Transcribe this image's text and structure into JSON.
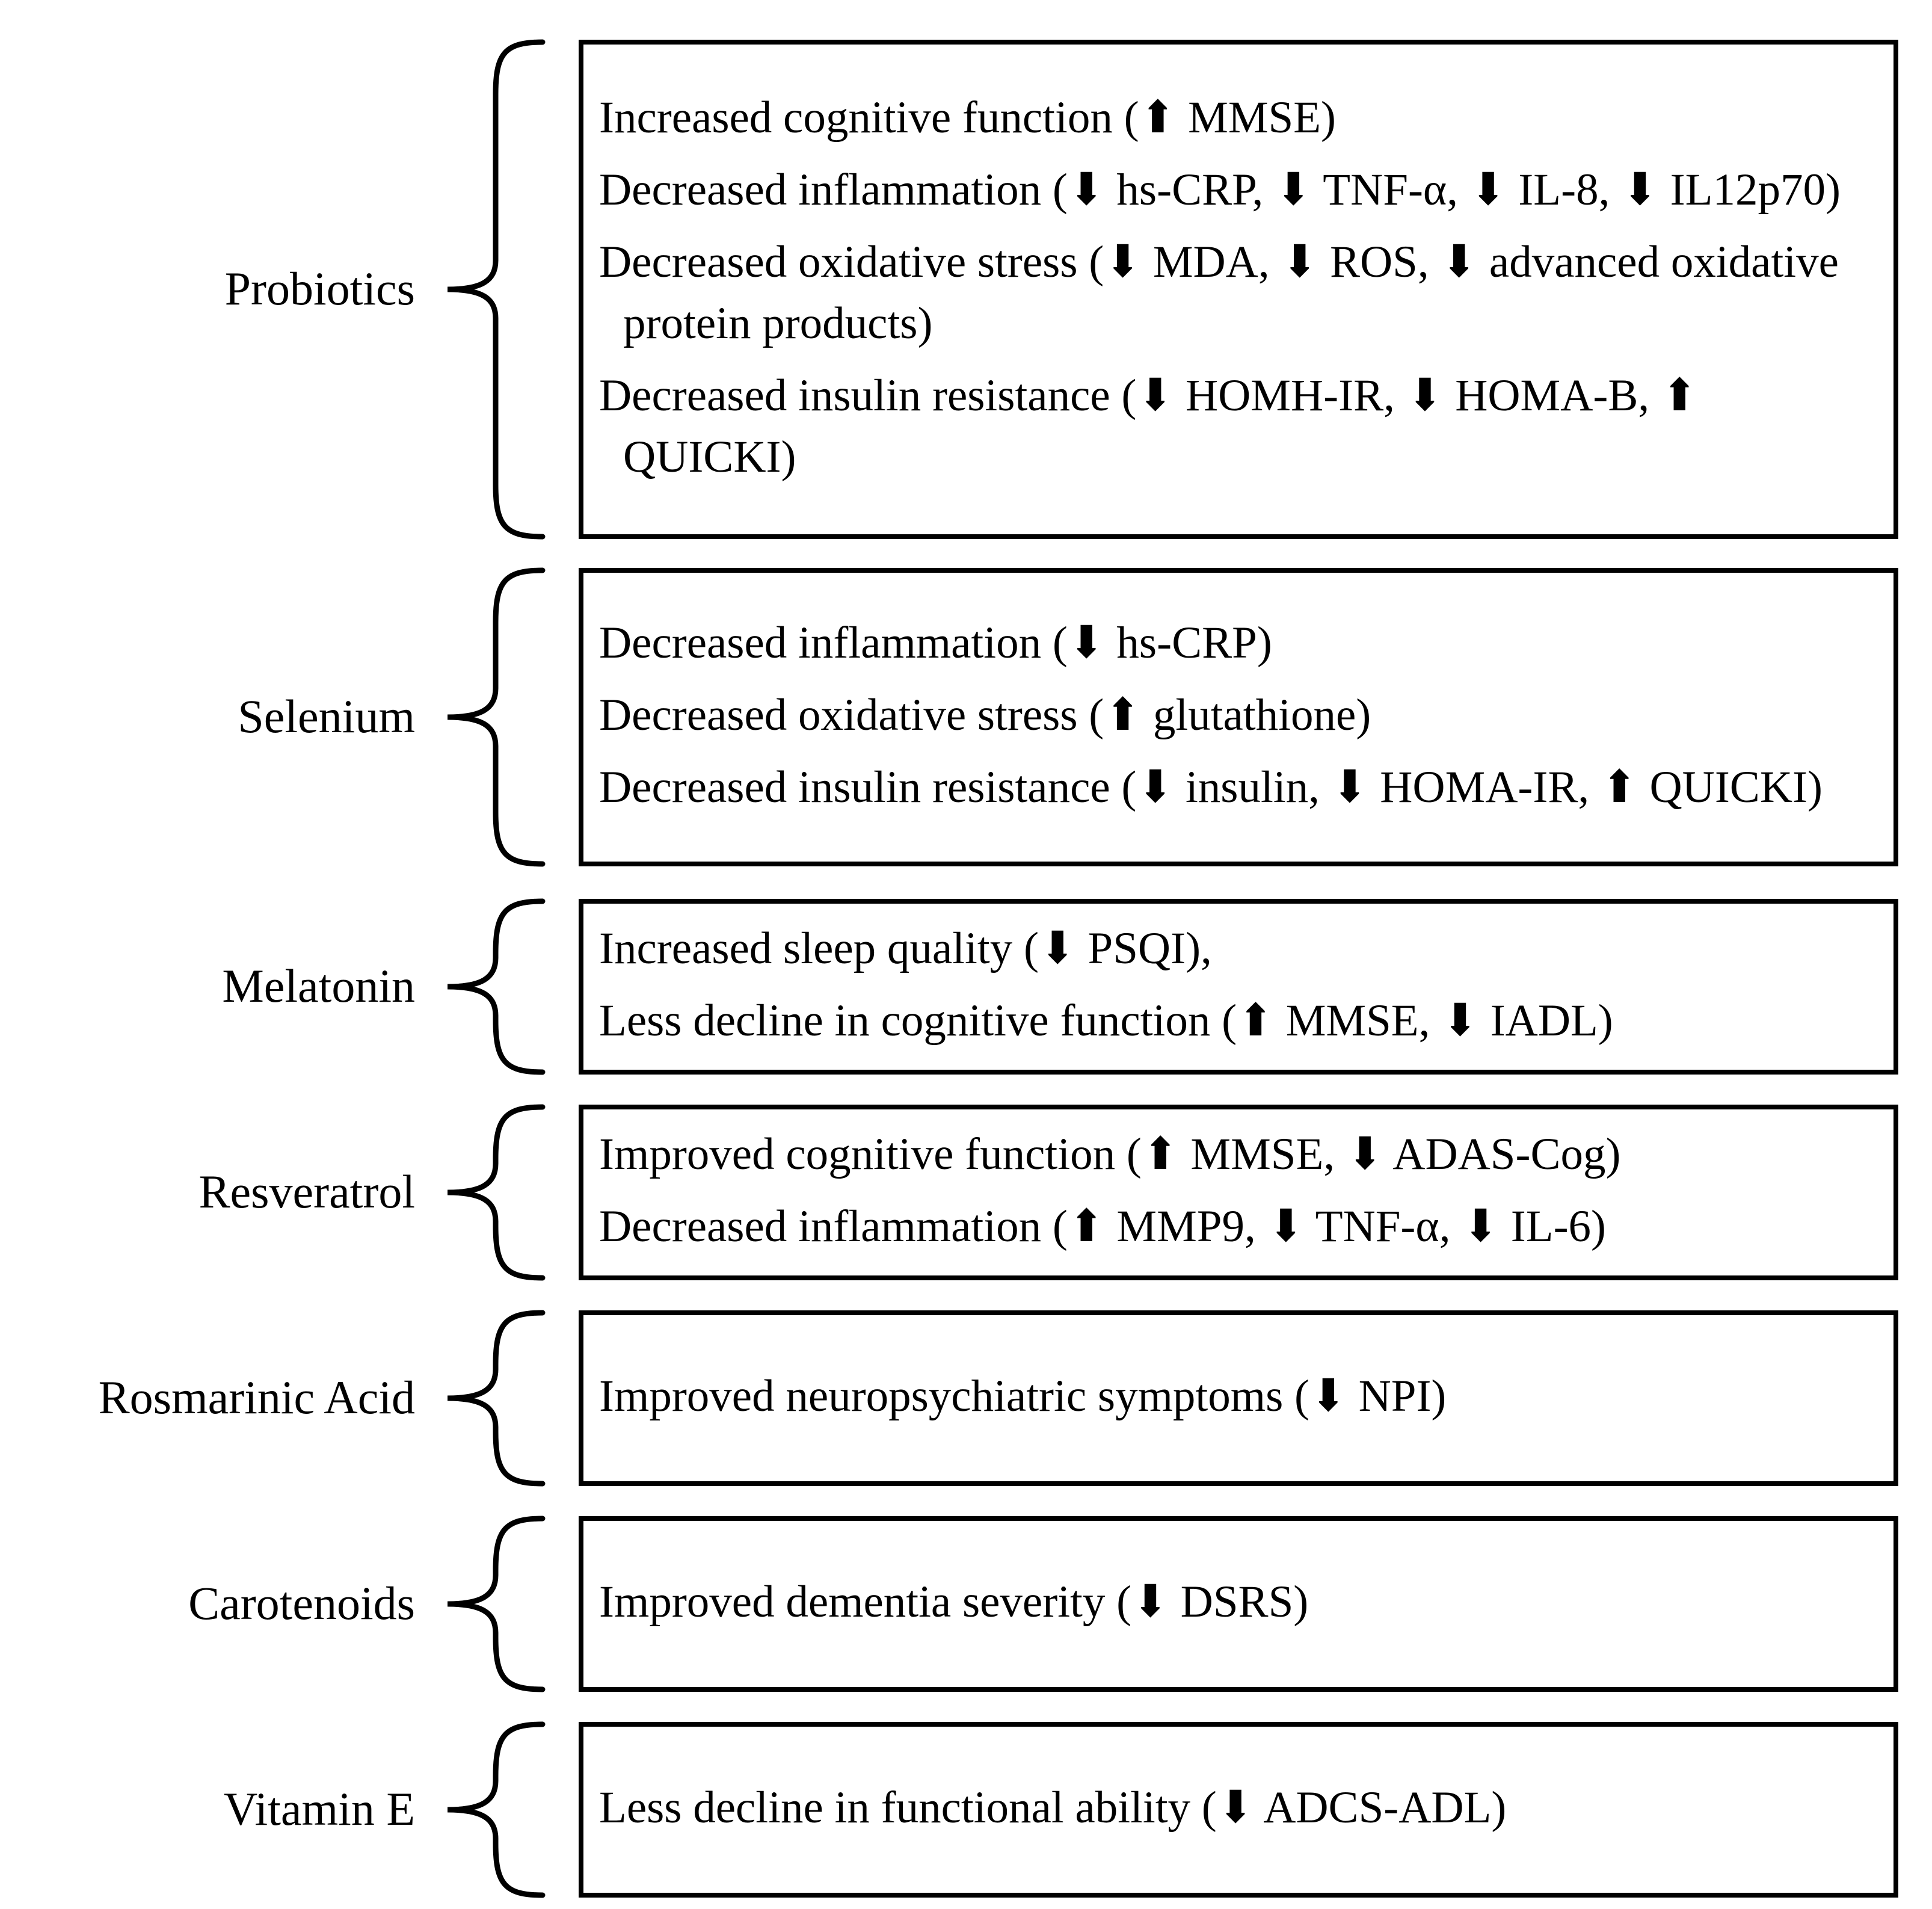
{
  "diagram": {
    "groups": [
      {
        "label": "Probiotics",
        "effects": [
          "Increased cognitive function (⬆ MMSE)",
          "Decreased inflammation (⬇ hs-CRP, ⬇ TNF-α, ⬇ IL-8, ⬇ IL12p70)",
          "Decreased oxidative stress (⬇ MDA, ⬇ ROS, ⬇ advanced oxidative protein products)",
          "Decreased insulin resistance (⬇ HOMH-IR, ⬇ HOMA-B, ⬆ QUICKI)"
        ]
      },
      {
        "label": "Selenium",
        "effects": [
          "Decreased inflammation (⬇ hs-CRP)",
          "Decreased oxidative stress (⬆ glutathione)",
          "Decreased insulin resistance (⬇ insulin, ⬇ HOMA-IR, ⬆ QUICKI)"
        ]
      },
      {
        "label": "Melatonin",
        "effects": [
          "Increased sleep quality (⬇ PSQI),",
          "Less decline in cognitive function (⬆ MMSE, ⬇ IADL)"
        ]
      },
      {
        "label": "Resveratrol",
        "effects": [
          "Improved cognitive function (⬆ MMSE, ⬇ ADAS-Cog)",
          "Decreased inflammation (⬆ MMP9, ⬇ TNF-α, ⬇ IL-6)"
        ]
      },
      {
        "label": "Rosmarinic Acid",
        "effects": [
          "Improved neuropsychiatric symptoms (⬇ NPI)"
        ]
      },
      {
        "label": "Carotenoids",
        "effects": [
          "Improved dementia severity (⬇ DSRS)"
        ]
      },
      {
        "label": "Vitamin E",
        "effects": [
          "Less decline in functional ability (⬇ ADCS-ADL)"
        ]
      }
    ]
  }
}
